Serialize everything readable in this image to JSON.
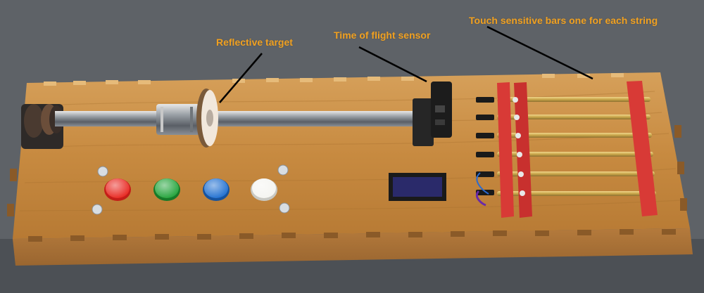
{
  "annotations": {
    "reflective_target": "Reflective target",
    "time_of_flight_sensor": "Time of flight sensor",
    "touch_bars": "Touch sensitive bars one for each string"
  },
  "colors": {
    "annotation_text": "#f0a020",
    "background": "#5f6368",
    "wood": "#c8893e",
    "red_bracket": "#d83a36",
    "button_red": "#e8261f",
    "button_green": "#22a33a",
    "button_blue": "#1f6fd0",
    "button_white": "#f4f4f0",
    "brass": "#c9a64a",
    "display": "#2a2a6a"
  },
  "buttons": [
    "red",
    "green",
    "blue",
    "white"
  ],
  "strings_count": 6
}
